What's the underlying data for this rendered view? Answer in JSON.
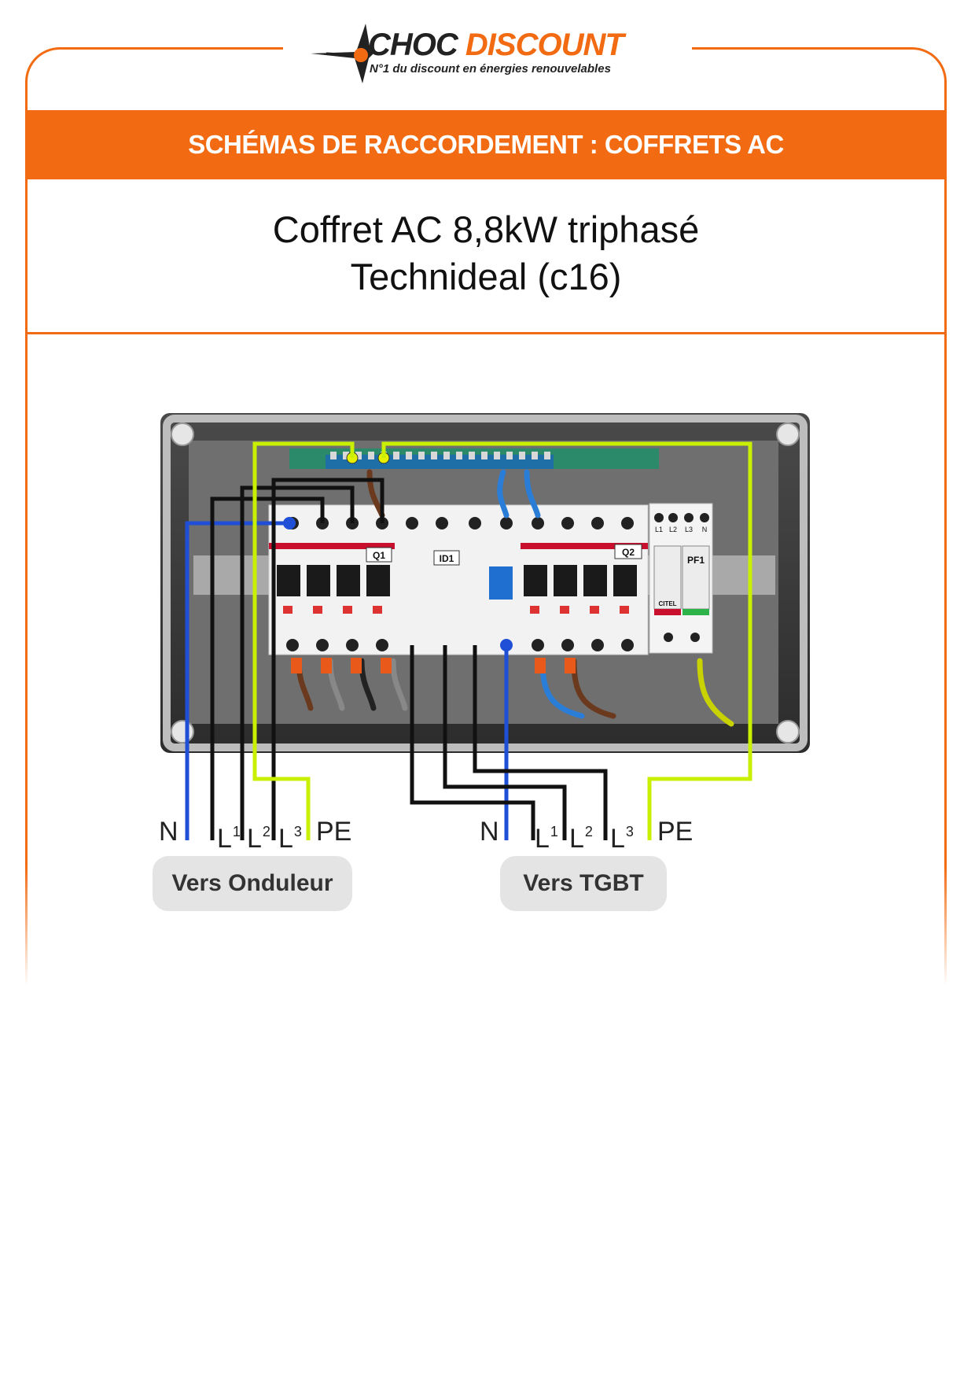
{
  "brand": {
    "name_part1": "CHOC",
    "name_part2": "DISCOUNT",
    "tagline": "N°1 du discount en énergies renouvelables"
  },
  "banner": {
    "text": "SCHÉMAS DE RACCORDEMENT : COFFRETS AC"
  },
  "title": {
    "line1": "Coffret AC 8,8kW triphasé",
    "line2": "Technideal (c16)"
  },
  "device_labels": {
    "breaker_q1": "Q1",
    "differential_id1": "ID1",
    "breaker_q2": "Q2",
    "surge_protector": "PF1",
    "surge_brand": "CITEL",
    "surge_terminals": [
      "L1",
      "L2",
      "L3",
      "N"
    ]
  },
  "groups": [
    {
      "caption": "Vers Onduleur",
      "terminals": [
        {
          "base": "N",
          "sub": ""
        },
        {
          "base": "L",
          "sub": "1"
        },
        {
          "base": "L",
          "sub": "2"
        },
        {
          "base": "L",
          "sub": "3"
        },
        {
          "base": "PE",
          "sub": ""
        }
      ]
    },
    {
      "caption": "Vers TGBT",
      "terminals": [
        {
          "base": "N",
          "sub": ""
        },
        {
          "base": "L",
          "sub": "1"
        },
        {
          "base": "L",
          "sub": "2"
        },
        {
          "base": "L",
          "sub": "3"
        },
        {
          "base": "PE",
          "sub": ""
        }
      ]
    }
  ],
  "colors": {
    "accent": "#f26b12",
    "neutral_wire": "#1f4fd6",
    "phase_wire": "#111111",
    "earth_wire": "#c8f000",
    "caption_bg": "#e4e4e4"
  }
}
